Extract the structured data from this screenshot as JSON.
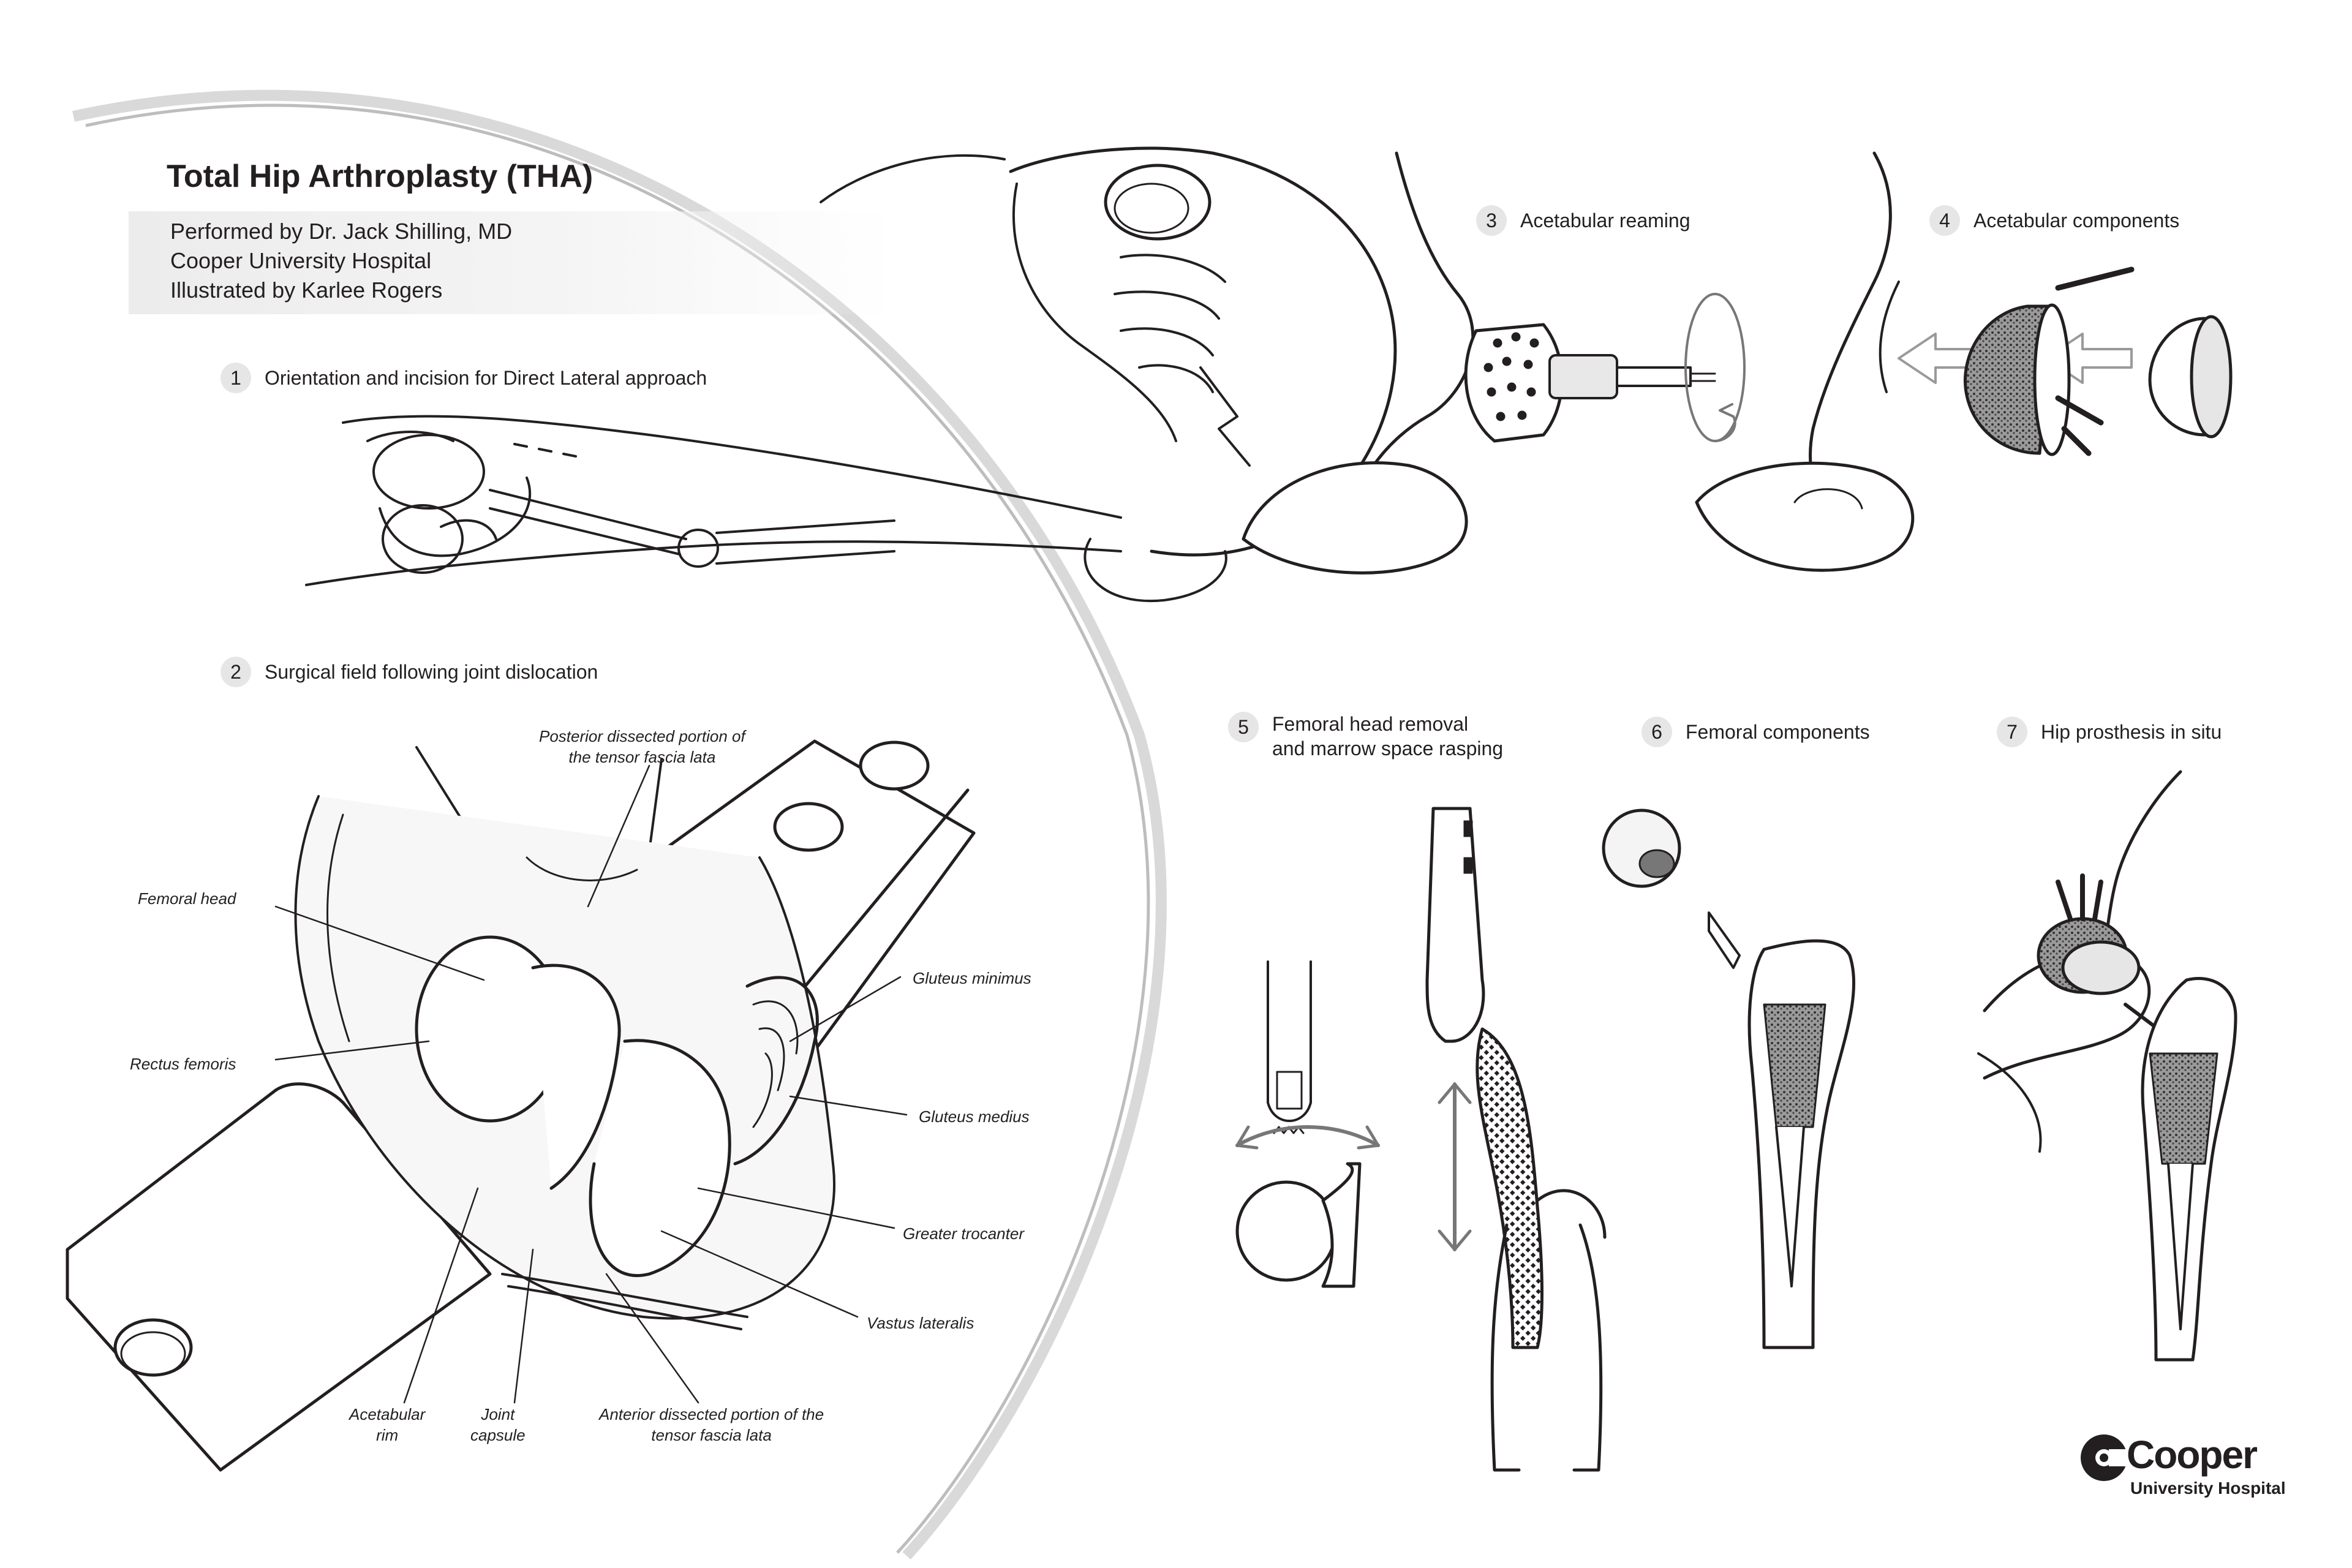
{
  "header": {
    "title": "Total Hip Arthroplasty (THA)",
    "credits": [
      "Performed by Dr. Jack Shilling, MD",
      "Cooper University Hospital",
      "Illustrated by Karlee Rogers"
    ]
  },
  "steps": [
    {
      "number": "1",
      "label": "Orientation and incision for Direct Lateral approach"
    },
    {
      "number": "2",
      "label": "Surgical field following joint dislocation"
    },
    {
      "number": "3",
      "label": "Acetabular reaming"
    },
    {
      "number": "4",
      "label": "Acetabular components"
    },
    {
      "number": "5",
      "label_line1": "Femoral head removal",
      "label_line2": "and marrow space rasping"
    },
    {
      "number": "6",
      "label": "Femoral components"
    },
    {
      "number": "7",
      "label": "Hip prosthesis in situ"
    }
  ],
  "anatomy_labels": {
    "posterior_tfl_line1": "Posterior dissected portion of",
    "posterior_tfl_line2": "the tensor fascia lata",
    "femoral_head": "Femoral head",
    "rectus_femoris": "Rectus femoris",
    "gluteus_minimus": "Gluteus minimus",
    "gluteus_medius": "Gluteus medius",
    "greater_trocanter": "Greater trocanter",
    "vastus_lateralis": "Vastus lateralis",
    "acetabular_rim_line1": "Acetabular",
    "acetabular_rim_line2": "rim",
    "joint_capsule_line1": "Joint",
    "joint_capsule_line2": "capsule",
    "anterior_tfl_line1": "Anterior dissected portion of the",
    "anterior_tfl_line2": "tensor fascia lata"
  },
  "logo": {
    "name": "Cooper",
    "subtitle": "University Hospital"
  },
  "colors": {
    "ink": "#231f20",
    "badge": "#e6e6e6",
    "band": "#ececec",
    "logo": "#231f20"
  }
}
